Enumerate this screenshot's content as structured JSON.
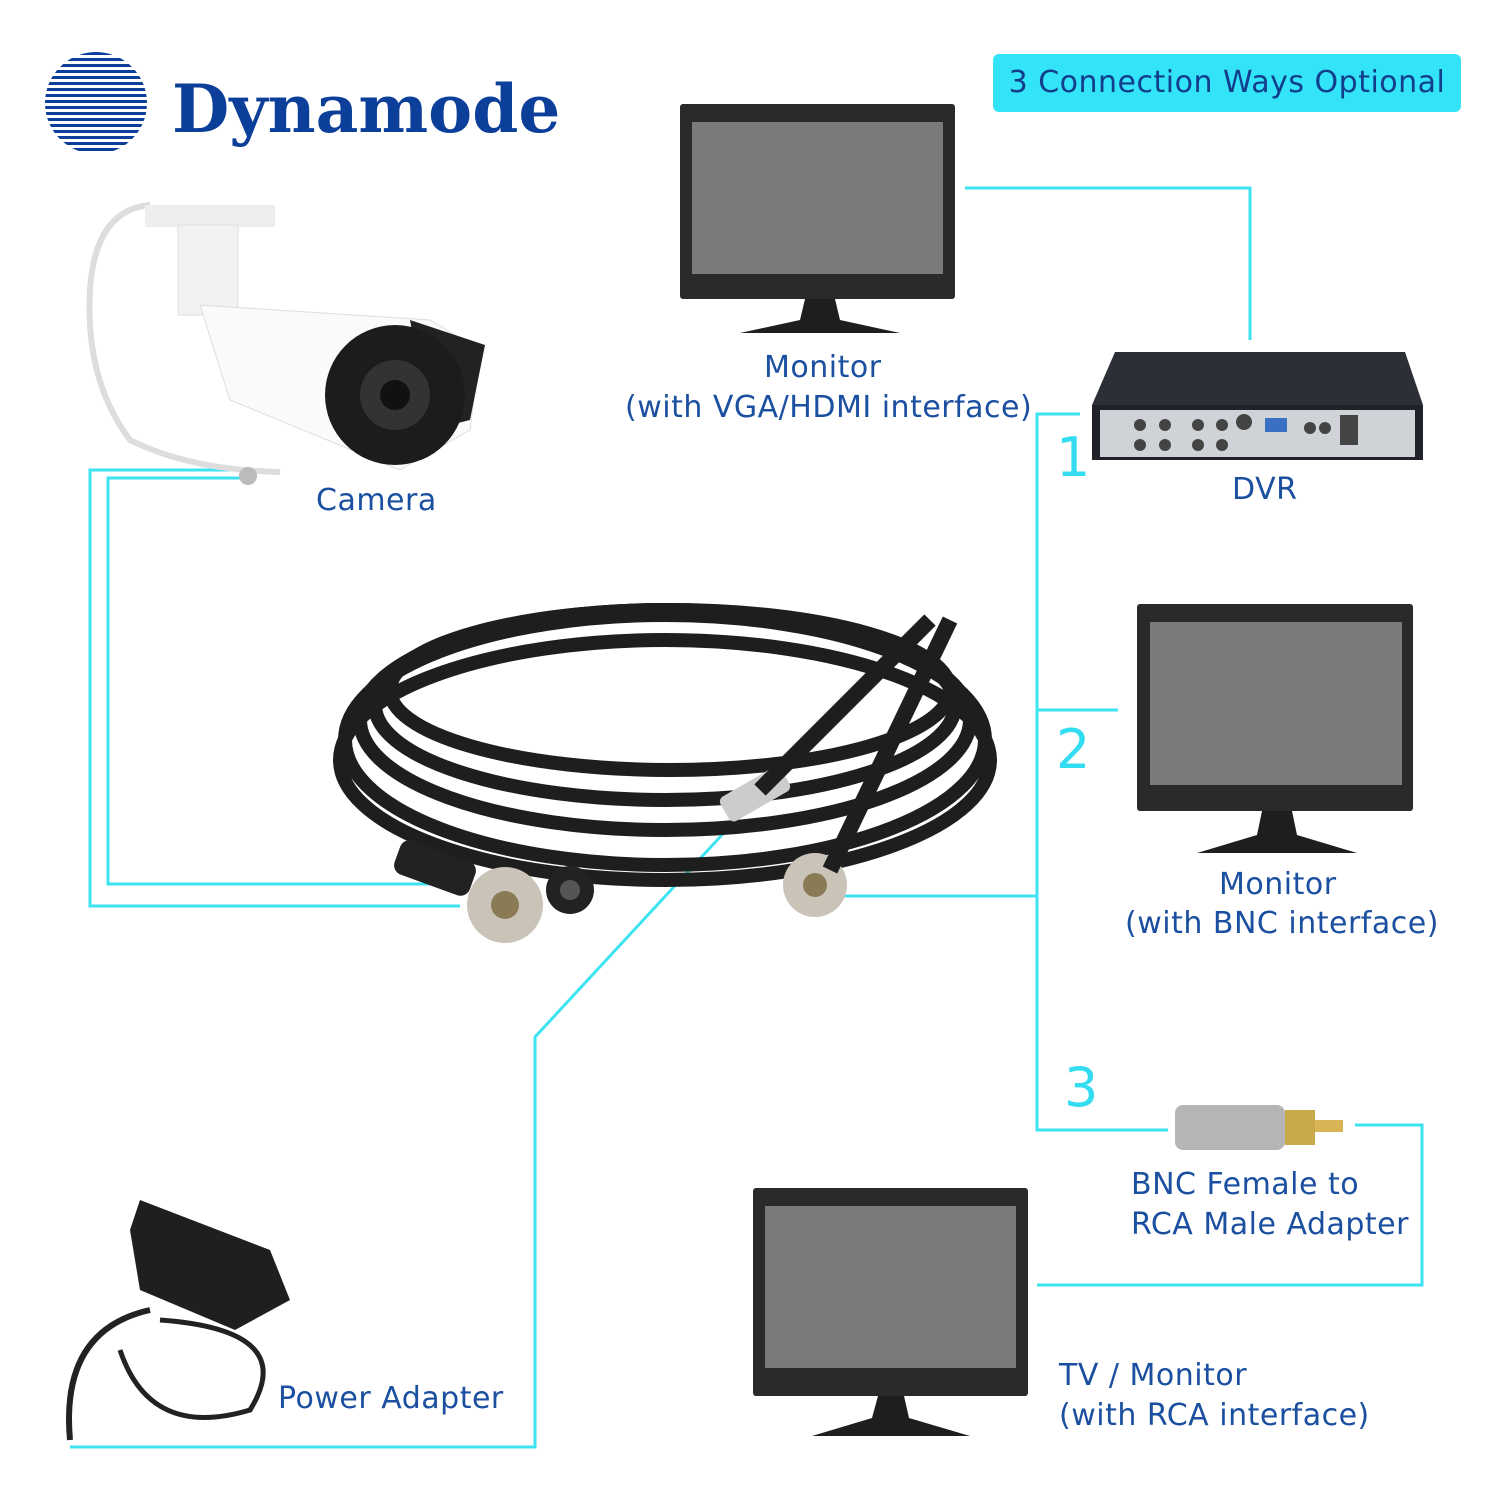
{
  "brand": {
    "name": "Dynamode"
  },
  "badge": "3 Connection Ways Optional",
  "labels": {
    "monitor_vga_1": "Monitor",
    "monitor_vga_2": "(with VGA/HDMI interface)",
    "dvr": "DVR",
    "camera": "Camera",
    "monitor_bnc_1": "Monitor",
    "monitor_bnc_2": "(with BNC interface)",
    "adapter_1": "BNC Female to",
    "adapter_2": "RCA Male Adapter",
    "tv_1": "TV / Monitor",
    "tv_2": "(with RCA interface)",
    "power": "Power Adapter"
  },
  "ways": [
    "1",
    "2",
    "3"
  ],
  "colors": {
    "line": "#3ee3f2",
    "text": "#1b4fa0",
    "brand": "#0b3f99"
  }
}
